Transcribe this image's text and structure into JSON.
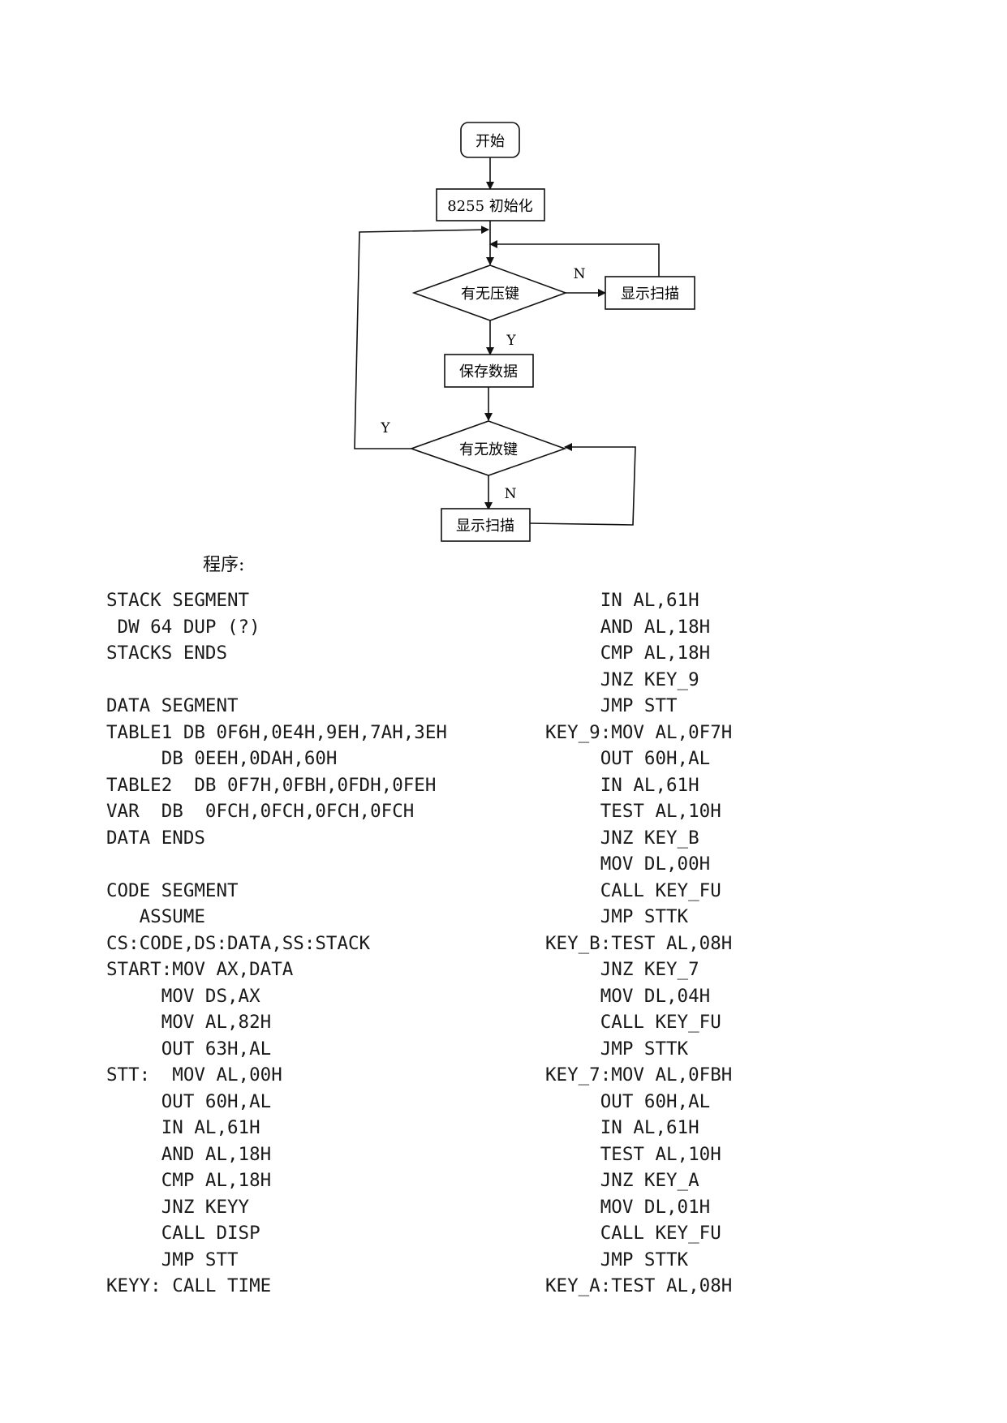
{
  "flowchart": {
    "start": "开始",
    "init": "8255 初始化",
    "decision_press": "有无压键",
    "display_scan_1": "显示扫描",
    "save_data": "保存数据",
    "decision_release": "有无放键",
    "display_scan_2": "显示扫描",
    "label_yes_press": "Y",
    "label_no_press": "N",
    "label_yes_release": "Y",
    "label_no_release": "N"
  },
  "caption": "程序:",
  "code_left": [
    "STACK SEGMENT",
    " DW 64 DUP (?)",
    "STACKS ENDS",
    "",
    "DATA SEGMENT",
    "TABLE1 DB 0F6H,0E4H,9EH,7AH,3EH",
    "     DB 0EEH,0DAH,60H",
    "TABLE2  DB 0F7H,0FBH,0FDH,0FEH",
    "VAR  DB  0FCH,0FCH,0FCH,0FCH",
    "DATA ENDS",
    "",
    "CODE SEGMENT",
    "   ASSUME",
    "CS:CODE,DS:DATA,SS:STACK",
    "START:MOV AX,DATA",
    "     MOV DS,AX",
    "     MOV AL,82H",
    "     OUT 63H,AL",
    "STT:  MOV AL,00H",
    "     OUT 60H,AL",
    "     IN AL,61H",
    "     AND AL,18H",
    "     CMP AL,18H",
    "     JNZ KEYY",
    "     CALL DISP",
    "     JMP STT",
    "KEYY: CALL TIME"
  ],
  "code_right": [
    "     IN AL,61H",
    "     AND AL,18H",
    "     CMP AL,18H",
    "     JNZ KEY_9",
    "     JMP STT",
    "KEY_9:MOV AL,0F7H",
    "     OUT 60H,AL",
    "     IN AL,61H",
    "     TEST AL,10H",
    "     JNZ KEY_B",
    "     MOV DL,00H",
    "     CALL KEY_FU",
    "     JMP STTK",
    "KEY_B:TEST AL,08H",
    "     JNZ KEY_7",
    "     MOV DL,04H",
    "     CALL KEY_FU",
    "     JMP STTK",
    "KEY_7:MOV AL,0FBH",
    "     OUT 60H,AL",
    "     IN AL,61H",
    "     TEST AL,10H",
    "     JNZ KEY_A",
    "     MOV DL,01H",
    "     CALL KEY_FU",
    "     JMP STTK",
    "KEY_A:TEST AL,08H"
  ]
}
